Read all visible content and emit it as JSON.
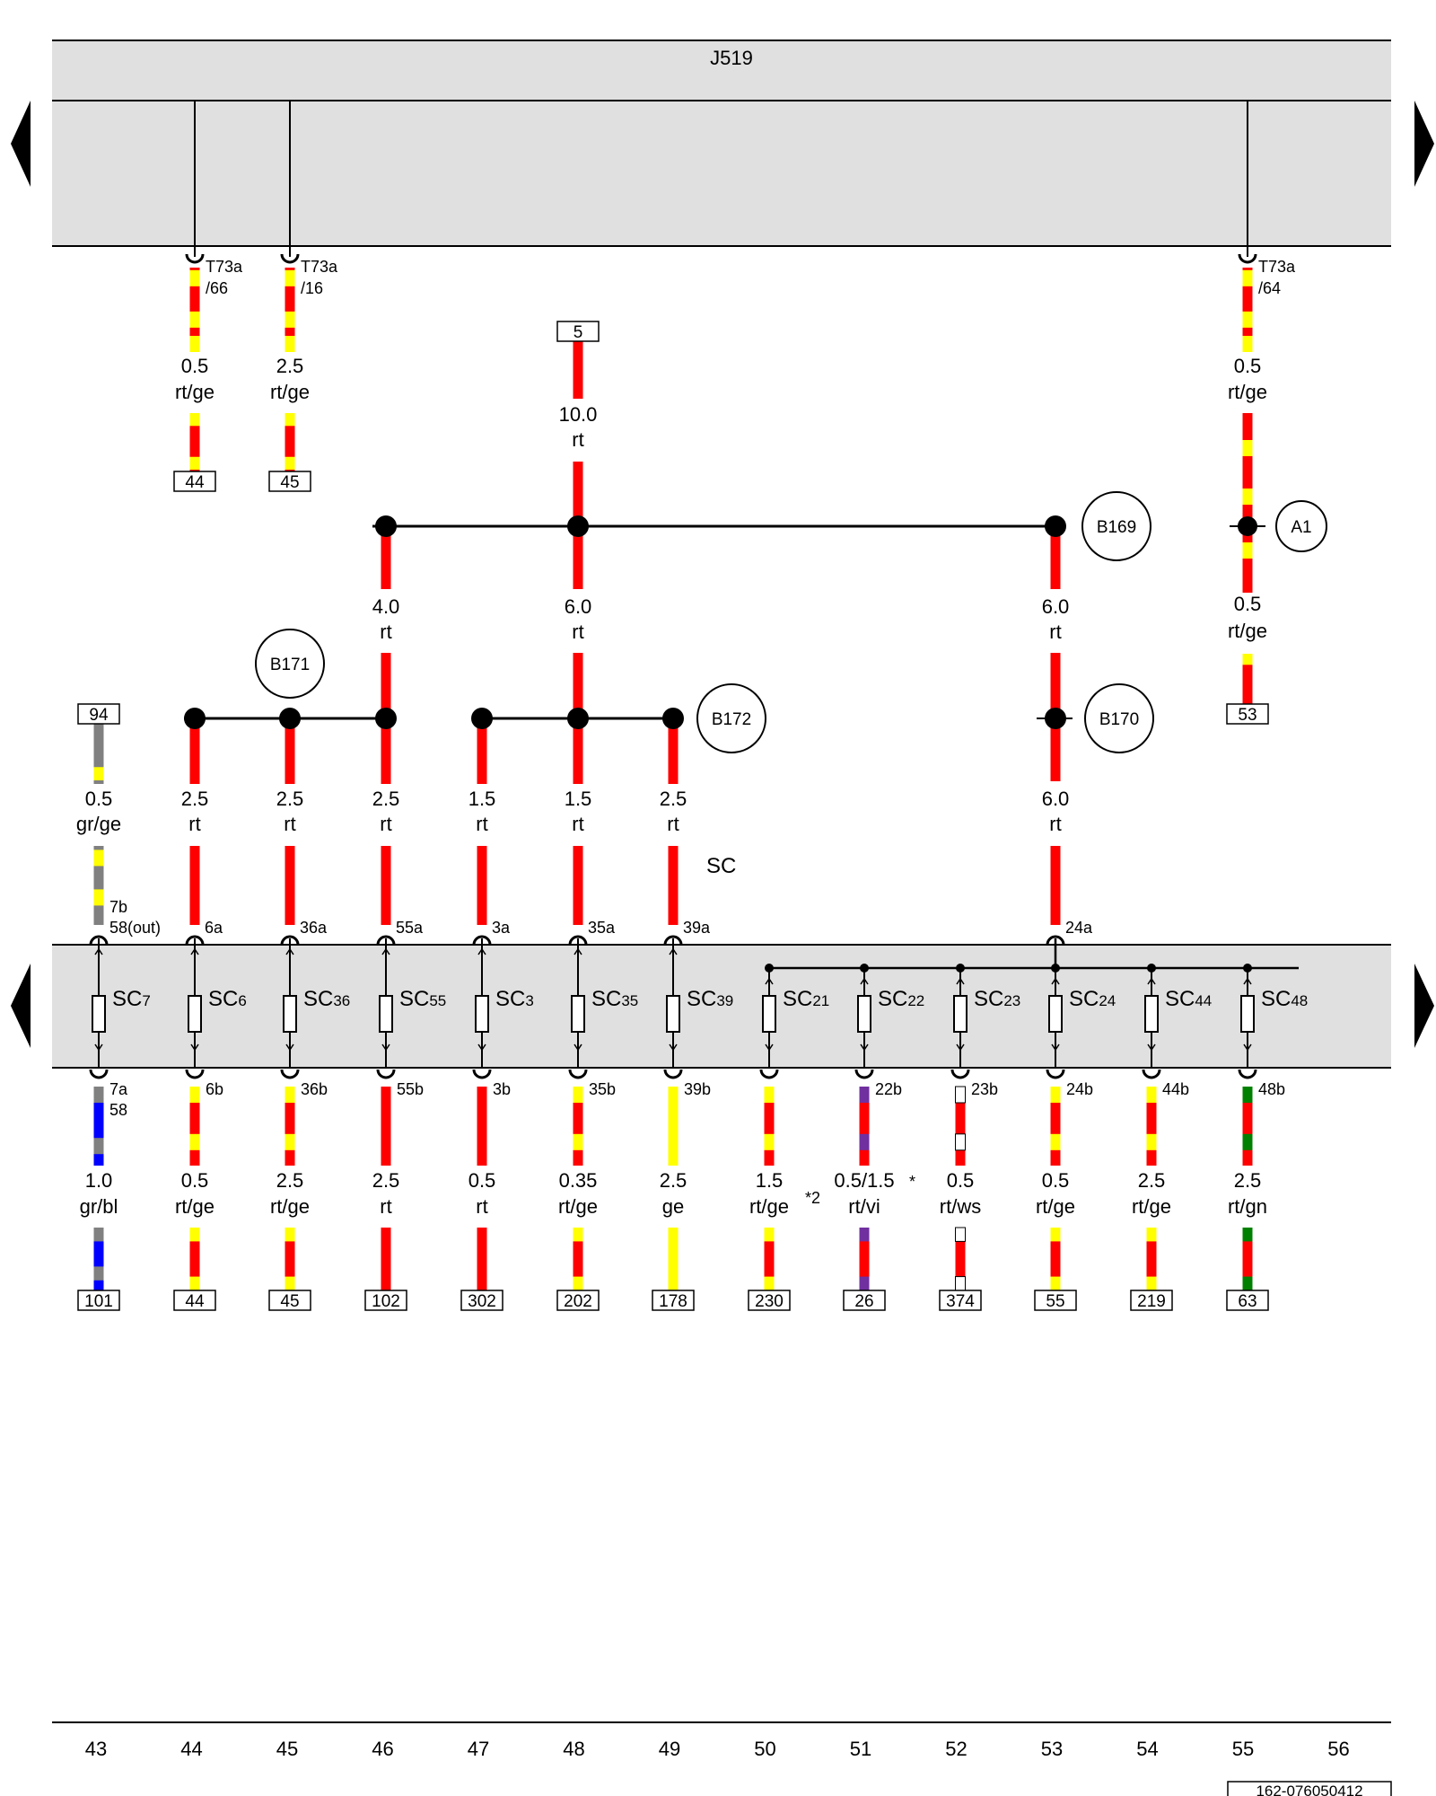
{
  "colors": {
    "rt": "#ff0000",
    "ge": "#ffff00",
    "gr": "#808080",
    "bl": "#0000ff",
    "vi": "#7030a0",
    "ws": "#ffffff",
    "gn": "#008000",
    "panel": "#e0e0e0"
  },
  "module": {
    "label": "J519"
  },
  "top_outputs": [
    {
      "pin": "T73a",
      "pin2": "/66",
      "gauge": "0.5",
      "color": "rt/ge",
      "dest": "44",
      "c1": "rt",
      "c2": "ge"
    },
    {
      "pin": "T73a",
      "pin2": "/16",
      "gauge": "2.5",
      "color": "rt/ge",
      "dest": "45",
      "c1": "rt",
      "c2": "ge"
    },
    {
      "pin": "T73a",
      "pin2": "/64",
      "gauge": "0.5",
      "color": "rt/ge",
      "gauge2": "0.5",
      "color2": "rt/ge",
      "dest": "53",
      "c1": "rt",
      "c2": "ge"
    }
  ],
  "supply": {
    "source": "5",
    "gauge": "10.0",
    "color": "rt"
  },
  "nodes": [
    {
      "label": "B169",
      "kind": "circle"
    },
    {
      "label": "A1",
      "kind": "circle"
    },
    {
      "label": "B171",
      "kind": "circle"
    },
    {
      "label": "B172",
      "kind": "circle"
    },
    {
      "label": "B170",
      "kind": "circle"
    }
  ],
  "mid_wires": [
    {
      "gauge": "4.0",
      "color": "rt"
    },
    {
      "gauge": "6.0",
      "color": "rt"
    },
    {
      "gauge": "6.0",
      "color": "rt"
    },
    {
      "gauge": "6.0",
      "color": "rt"
    }
  ],
  "feeds": [
    {
      "src": "94",
      "gauge": "0.5",
      "color": "gr/ge",
      "pin": "7b",
      "pin2": "58(out)",
      "c1": "gr",
      "c2": "ge"
    },
    {
      "gauge": "2.5",
      "color": "rt",
      "pin": "6a",
      "c1": "rt"
    },
    {
      "gauge": "2.5",
      "color": "rt",
      "pin": "36a",
      "c1": "rt"
    },
    {
      "gauge": "2.5",
      "color": "rt",
      "pin": "55a",
      "c1": "rt"
    },
    {
      "gauge": "1.5",
      "color": "rt",
      "pin": "3a",
      "c1": "rt"
    },
    {
      "gauge": "1.5",
      "color": "rt",
      "pin": "35a",
      "c1": "rt"
    },
    {
      "gauge": "2.5",
      "color": "rt",
      "pin": "39a",
      "c1": "rt"
    },
    {
      "pin": "24a",
      "c1": "rt"
    }
  ],
  "sc_label": "SC",
  "fuses": [
    {
      "main": "SC",
      "sub": "7"
    },
    {
      "main": "SC",
      "sub": "6"
    },
    {
      "main": "SC",
      "sub": "36"
    },
    {
      "main": "SC",
      "sub": "55"
    },
    {
      "main": "SC",
      "sub": "3"
    },
    {
      "main": "SC",
      "sub": "35"
    },
    {
      "main": "SC",
      "sub": "39"
    },
    {
      "main": "SC",
      "sub": "21"
    },
    {
      "main": "SC",
      "sub": "22"
    },
    {
      "main": "SC",
      "sub": "23"
    },
    {
      "main": "SC",
      "sub": "24"
    },
    {
      "main": "SC",
      "sub": "44"
    },
    {
      "main": "SC",
      "sub": "48"
    }
  ],
  "outputs": [
    {
      "pin": "7a",
      "pin2": "58",
      "gauge": "1.0",
      "color": "gr/bl",
      "dest": "101",
      "c1": "bl",
      "c2": "gr"
    },
    {
      "pin": "6b",
      "gauge": "0.5",
      "color": "rt/ge",
      "dest": "44",
      "c1": "rt",
      "c2": "ge"
    },
    {
      "pin": "36b",
      "gauge": "2.5",
      "color": "rt/ge",
      "dest": "45",
      "c1": "rt",
      "c2": "ge"
    },
    {
      "pin": "55b",
      "gauge": "2.5",
      "color": "rt",
      "dest": "102",
      "c1": "rt"
    },
    {
      "pin": "3b",
      "gauge": "0.5",
      "color": "rt",
      "dest": "302",
      "c1": "rt"
    },
    {
      "pin": "35b",
      "gauge": "0.35",
      "color": "rt/ge",
      "dest": "202",
      "c1": "rt",
      "c2": "ge"
    },
    {
      "pin": "39b",
      "gauge": "2.5",
      "color": "ge",
      "dest": "178",
      "c1": "ge"
    },
    {
      "pin": "",
      "gauge": "1.5",
      "color": "rt/ge",
      "note": "*2",
      "dest": "230",
      "c1": "rt",
      "c2": "ge"
    },
    {
      "pin": "22b",
      "gauge": "0.5/1.5",
      "color": "rt/vi",
      "note": "*",
      "dest": "26",
      "c1": "rt",
      "c2": "vi"
    },
    {
      "pin": "23b",
      "gauge": "0.5",
      "color": "rt/ws",
      "dest": "374",
      "c1": "rt",
      "c2": "ws"
    },
    {
      "pin": "24b",
      "gauge": "0.5",
      "color": "rt/ge",
      "dest": "55",
      "c1": "rt",
      "c2": "ge"
    },
    {
      "pin": "44b",
      "gauge": "2.5",
      "color": "rt/ge",
      "dest": "219",
      "c1": "rt",
      "c2": "ge"
    },
    {
      "pin": "48b",
      "gauge": "2.5",
      "color": "rt/gn",
      "dest": "63",
      "c1": "rt",
      "c2": "gn"
    }
  ],
  "columns": [
    "43",
    "44",
    "45",
    "46",
    "47",
    "48",
    "49",
    "50",
    "51",
    "52",
    "53",
    "54",
    "55",
    "56"
  ],
  "doc_id": "162-076050412"
}
